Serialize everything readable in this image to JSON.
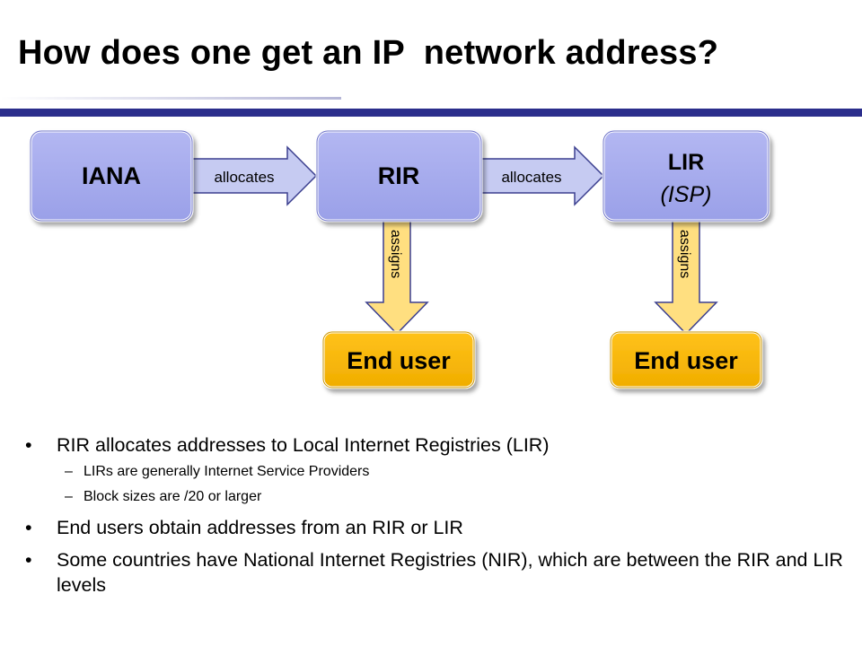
{
  "title": "How does one get an IP  network address?",
  "diagram": {
    "nodes": {
      "iana": {
        "label": "IANA"
      },
      "rir": {
        "label": "RIR"
      },
      "lir": {
        "label": "LIR",
        "sublabel": "(ISP)"
      },
      "end_user_1": {
        "label": "End user"
      },
      "end_user_2": {
        "label": "End user"
      }
    },
    "arrows": {
      "iana_to_rir": "allocates",
      "rir_to_lir": "allocates",
      "rir_to_end_user": "assigns",
      "lir_to_end_user": "assigns"
    },
    "colors": {
      "registry_fill": "#a3a8ec",
      "registry_stroke": "#4a4fb5",
      "end_user_fill": "#f5b800",
      "end_user_stroke": "#b07e00",
      "horizontal_arrow_fill": "#c6cbf2",
      "vertical_arrow_fill": "#ffdf80"
    }
  },
  "bullets": [
    {
      "text": "RIR allocates addresses to Local Internet Registries (LIR)"
    },
    {
      "text": "LIRs are generally Internet Service Providers"
    },
    {
      "text": "Block sizes are /20 or larger"
    },
    {
      "text": "End users obtain addresses from an  RIR or  LIR"
    },
    {
      "text": "Some countries have National Internet Registries (NIR), which are between the RIR and LIR levels"
    }
  ]
}
